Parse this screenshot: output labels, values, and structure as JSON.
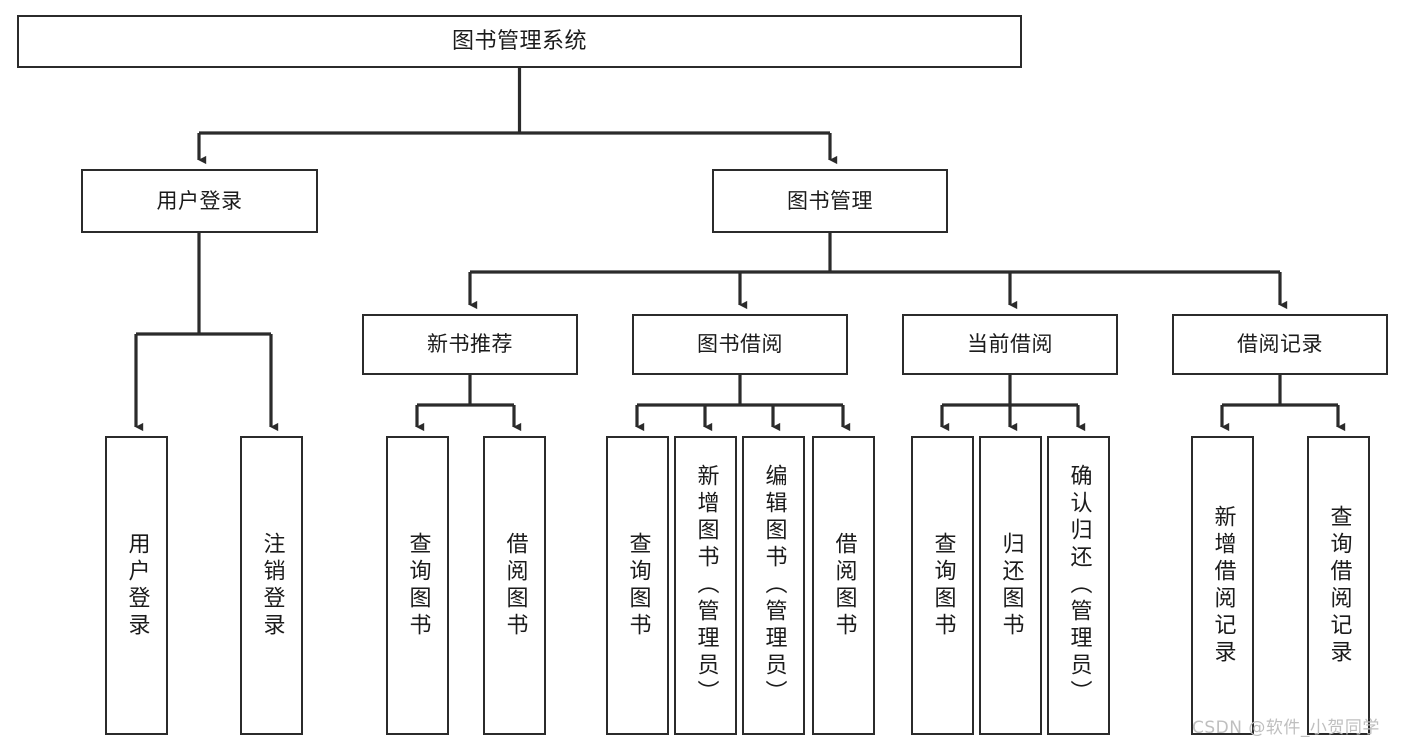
{
  "diagram": {
    "title": "图书管理系统",
    "type": "tree-hierarchy",
    "colors": {
      "stroke": "#2b2b2b",
      "fill": "#ffffff",
      "text": "#1b1b1b",
      "watermark": "#bfbfbf"
    },
    "levels": {
      "root": {
        "label": "图书管理系统"
      },
      "level2": [
        {
          "label": "用户登录"
        },
        {
          "label": "图书管理"
        }
      ],
      "level3": [
        {
          "label": "新书推荐"
        },
        {
          "label": "图书借阅"
        },
        {
          "label": "当前借阅"
        },
        {
          "label": "借阅记录"
        }
      ],
      "leaves_user_login": [
        {
          "label": "用户登录"
        },
        {
          "label": "注销登录"
        }
      ],
      "leaves_new_book": [
        {
          "label": "查询图书"
        },
        {
          "label": "借阅图书"
        }
      ],
      "leaves_borrow": [
        {
          "label": "查询图书"
        },
        {
          "label": "新增图书（管理员）"
        },
        {
          "label": "编辑图书（管理员）"
        },
        {
          "label": "借阅图书"
        }
      ],
      "leaves_current": [
        {
          "label": "查询图书"
        },
        {
          "label": "归还图书"
        },
        {
          "label": "确认归还（管理员）"
        }
      ],
      "leaves_record": [
        {
          "label": "新增借阅记录"
        },
        {
          "label": "查询借阅记录"
        }
      ]
    }
  },
  "watermark": {
    "text": "CSDN @软件_小贺同学"
  }
}
